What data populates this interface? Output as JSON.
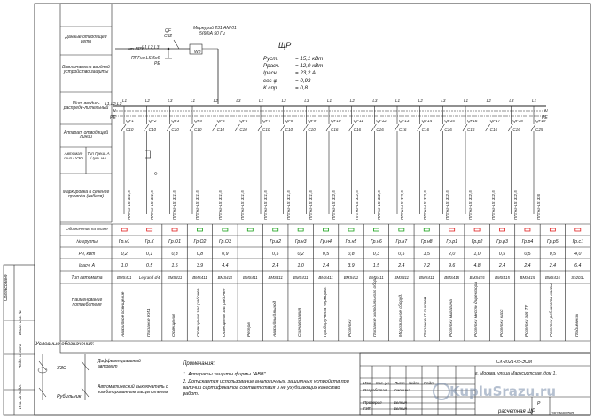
{
  "left_panel": [
    "Данные отводящей сети",
    "Выключатель вводной устройство защиты",
    "Шит вводно-распреде-лительный",
    "Аппарат отводящей линии",
    "Автомат тип / УЗО",
    "Тип Греш. А / Iут. мА",
    "Маркировка и сечение провода (кабеля)"
  ],
  "top": {
    "title": "ЩР",
    "meter": "Меркурий 231 AM-01",
    "meter_sub": "5(60)A 50 Гц",
    "qf": "QF",
    "qf_sub": "C32",
    "wh": "Wh",
    "from": "от ВРУ",
    "l123": "L1,L2,L3",
    "cable": "ППГнг-LS 5x6",
    "pe": "PE"
  },
  "params": [
    {
      "k": "Руст.",
      "v": "= 15,1 кВт"
    },
    {
      "k": "Ррасч.",
      "v": "= 12,0 кВт"
    },
    {
      "k": "Iрасч.",
      "v": "= 23,2 A"
    },
    {
      "k": "cos φ",
      "v": "= 0,93"
    },
    {
      "k": "К спр",
      "v": "= 0,8"
    }
  ],
  "bus": {
    "phases": "L1,L2,L3",
    "n": "N",
    "pe": "PE"
  },
  "breakers": [
    {
      "qf": "QF1",
      "ph": "L1",
      "r": "C10",
      "cable": "ППГнг-LS 3х1,5"
    },
    {
      "qf": "QF2",
      "ph": "L2",
      "r": "C10",
      "cable": "ППГнг-LS 3х1,5"
    },
    {
      "qf": "QF3",
      "ph": "L3",
      "r": "C10",
      "cable": "ППГнг-LS 3х1,5"
    },
    {
      "qf": "QF4",
      "ph": "L1",
      "r": "C10",
      "cable": "ППГнг-LS 3х1,5"
    },
    {
      "qf": "QF5",
      "ph": "L2",
      "r": "C10",
      "cable": "ППГнг-LS 3х1,5"
    },
    {
      "qf": "QF6",
      "ph": "L3",
      "r": "C10",
      "cable": "ППГнг-LS 3х1,5"
    },
    {
      "qf": "QF7",
      "ph": "L1",
      "r": "C10",
      "cable": "ППГнг-LS 3х1,5"
    },
    {
      "qf": "QF8",
      "ph": "L2",
      "r": "C10",
      "cable": "ППГнг-LS 3х1,5"
    },
    {
      "qf": "QF9",
      "ph": "L3",
      "r": "C10",
      "cable": "ППГнг-LS 3х1,5"
    },
    {
      "qf": "QF10",
      "ph": "L1",
      "r": "C16",
      "cable": "ППГнг-LS 3х2,5"
    },
    {
      "qf": "QF11",
      "ph": "L2",
      "r": "C16",
      "cable": "ППГнг-LS 3х2,5"
    },
    {
      "qf": "QF12",
      "ph": "L3",
      "r": "C16",
      "cable": "ППГнг-LS 3х2,5"
    },
    {
      "qf": "QF13",
      "ph": "L1",
      "r": "C16",
      "cable": "ППГнг-LS 3х2,5"
    },
    {
      "qf": "QF14",
      "ph": "L2",
      "r": "C16",
      "cable": "ППГнг-LS 3х2,5"
    },
    {
      "qf": "QF15",
      "ph": "L3",
      "r": "C16",
      "cable": "ППГнг-LS 3х2,5"
    },
    {
      "qf": "QF16",
      "ph": "L1",
      "r": "C16",
      "cable": "ППГнг-LS 3х2,5"
    },
    {
      "qf": "QF17",
      "ph": "L2",
      "r": "C16",
      "cable": "ППГнг-LS 3х2,5"
    },
    {
      "qf": "QF18",
      "ph": "L3",
      "r": "C16",
      "cable": "ППГнг-LS 3х2,5"
    },
    {
      "qf": "QF19",
      "ph": "L1",
      "r": "C25",
      "cable": "ППГнг-LS 3х6"
    }
  ],
  "rows": {
    "obozn": "Обозначение на плане",
    "nomer": "№ группы",
    "pn": "Рн, кВт",
    "ir": "Iрасч, А",
    "type": "Тип автомата",
    "name": "Наименование потребителя"
  },
  "groups": [
    {
      "no": "Гр.н1",
      "p": "0,2",
      "i": "1,0",
      "t": "BMS411",
      "n": "Аварийное освещение"
    },
    {
      "no": "Гр.К",
      "p": "0,1",
      "i": "0,5",
      "t": "Legrand 4/4",
      "n": "Питание КМ1"
    },
    {
      "no": "Гр.О1",
      "p": "0,3",
      "i": "1,5",
      "t": "BMS411",
      "n": "Освещение"
    },
    {
      "no": "Гр.О2",
      "p": "0,8",
      "i": "3,9",
      "t": "BMS411",
      "n": "Освещение зал рабочее"
    },
    {
      "no": "Гр.О3",
      "p": "0,9",
      "i": "4,4",
      "t": "BMS411",
      "n": "Освещение зал рабочее"
    },
    {
      "no": "",
      "p": "",
      "i": "",
      "t": "BMS411",
      "n": "Резерв"
    },
    {
      "no": "Гр.н2",
      "p": "0,5",
      "i": "2,4",
      "t": "BMS411",
      "n": "Аварийный выход"
    },
    {
      "no": "Гр.н3",
      "p": "0,2",
      "i": "1,0",
      "t": "BMS411",
      "n": "Сигнализация"
    },
    {
      "no": "Гр.н4",
      "p": "0,5",
      "i": "2,4",
      "t": "BMS411",
      "n": "Прибор учета Терморег."
    },
    {
      "no": "Гр.н5",
      "p": "0,8",
      "i": "3,9",
      "t": "BMS411",
      "n": "Розетки"
    },
    {
      "no": "Гр.н6",
      "p": "0,3",
      "i": "1,5",
      "t": "BMS411",
      "n": "Питание холодильного обор."
    },
    {
      "no": "Гр.н7",
      "p": "0,5",
      "i": "2,4",
      "t": "BMS411",
      "n": "Морозильное оборуд."
    },
    {
      "no": "Гр.н8",
      "p": "1,5",
      "i": "7,2",
      "t": "BMS411",
      "n": "Питание IT систем"
    },
    {
      "no": "Гр.р1",
      "p": "2,0",
      "i": "9,6",
      "t": "BMS415",
      "n": "Розетки магазина"
    },
    {
      "no": "Гр.р2",
      "p": "1,0",
      "i": "4,8",
      "t": "BMS415",
      "n": "Розетки место директора"
    },
    {
      "no": "Гр.р3",
      "p": "0,5",
      "i": "2,4",
      "t": "BMS415",
      "n": "Розетки касс"
    },
    {
      "no": "Гр.р4",
      "p": "0,5",
      "i": "2,4",
      "t": "BMS415",
      "n": "Розетки зал ТV"
    },
    {
      "no": "Гр.р5",
      "p": "0,5",
      "i": "2,4",
      "t": "BMS415",
      "n": "Розетки раб.места кассы"
    },
    {
      "no": "Гр.с1",
      "p": "4,0",
      "i": "6,4",
      "t": "Sn203L",
      "n": "Подъемник"
    }
  ],
  "legend": {
    "title": "Условные обозначения:",
    "uzo": "УЗО",
    "rubil": "Рубильник",
    "diff": "Дифференциальный автомат",
    "avt": "Автоматический выключатель с комбинированным расцепителем"
  },
  "notes": {
    "title": "Примечания:",
    "n1": "1. Аппараты защиты фирмы \"ABB\".",
    "n2": "2. Допускается использование аналогичных, защитных устройств при наличии сертификатов соответствия и не ухудшающих качество работ."
  },
  "stamp": {
    "code": "СХ-2021-05-ЭОМ",
    "address": "г. Москва, улица Марксистская, дом 1,",
    "title": "расчетная ЩР",
    "izm": "Изм",
    "kol": "Кол. уч",
    "list": "Лист",
    "ndok": "№док",
    "podp": "Подп.",
    "date": "Дата",
    "razrab": "Разработал",
    "razrab_n": "Смолина",
    "prov": "Проверил",
    "prov_n": "Белкин",
    "gip": "ГИП",
    "gip_n": "Белкин",
    "stadia": "Р",
    "ref": "i2624669780"
  },
  "side": [
    "Согласовано",
    "Взам. инв. №",
    "Подп. и дата",
    "Инв. № подл."
  ],
  "watermark": {
    "text": "KupluSrazu.ru",
    "color": "#7f91ae"
  },
  "colors": {
    "line": "#222222",
    "red": "#e02020",
    "green": "#18a018"
  }
}
